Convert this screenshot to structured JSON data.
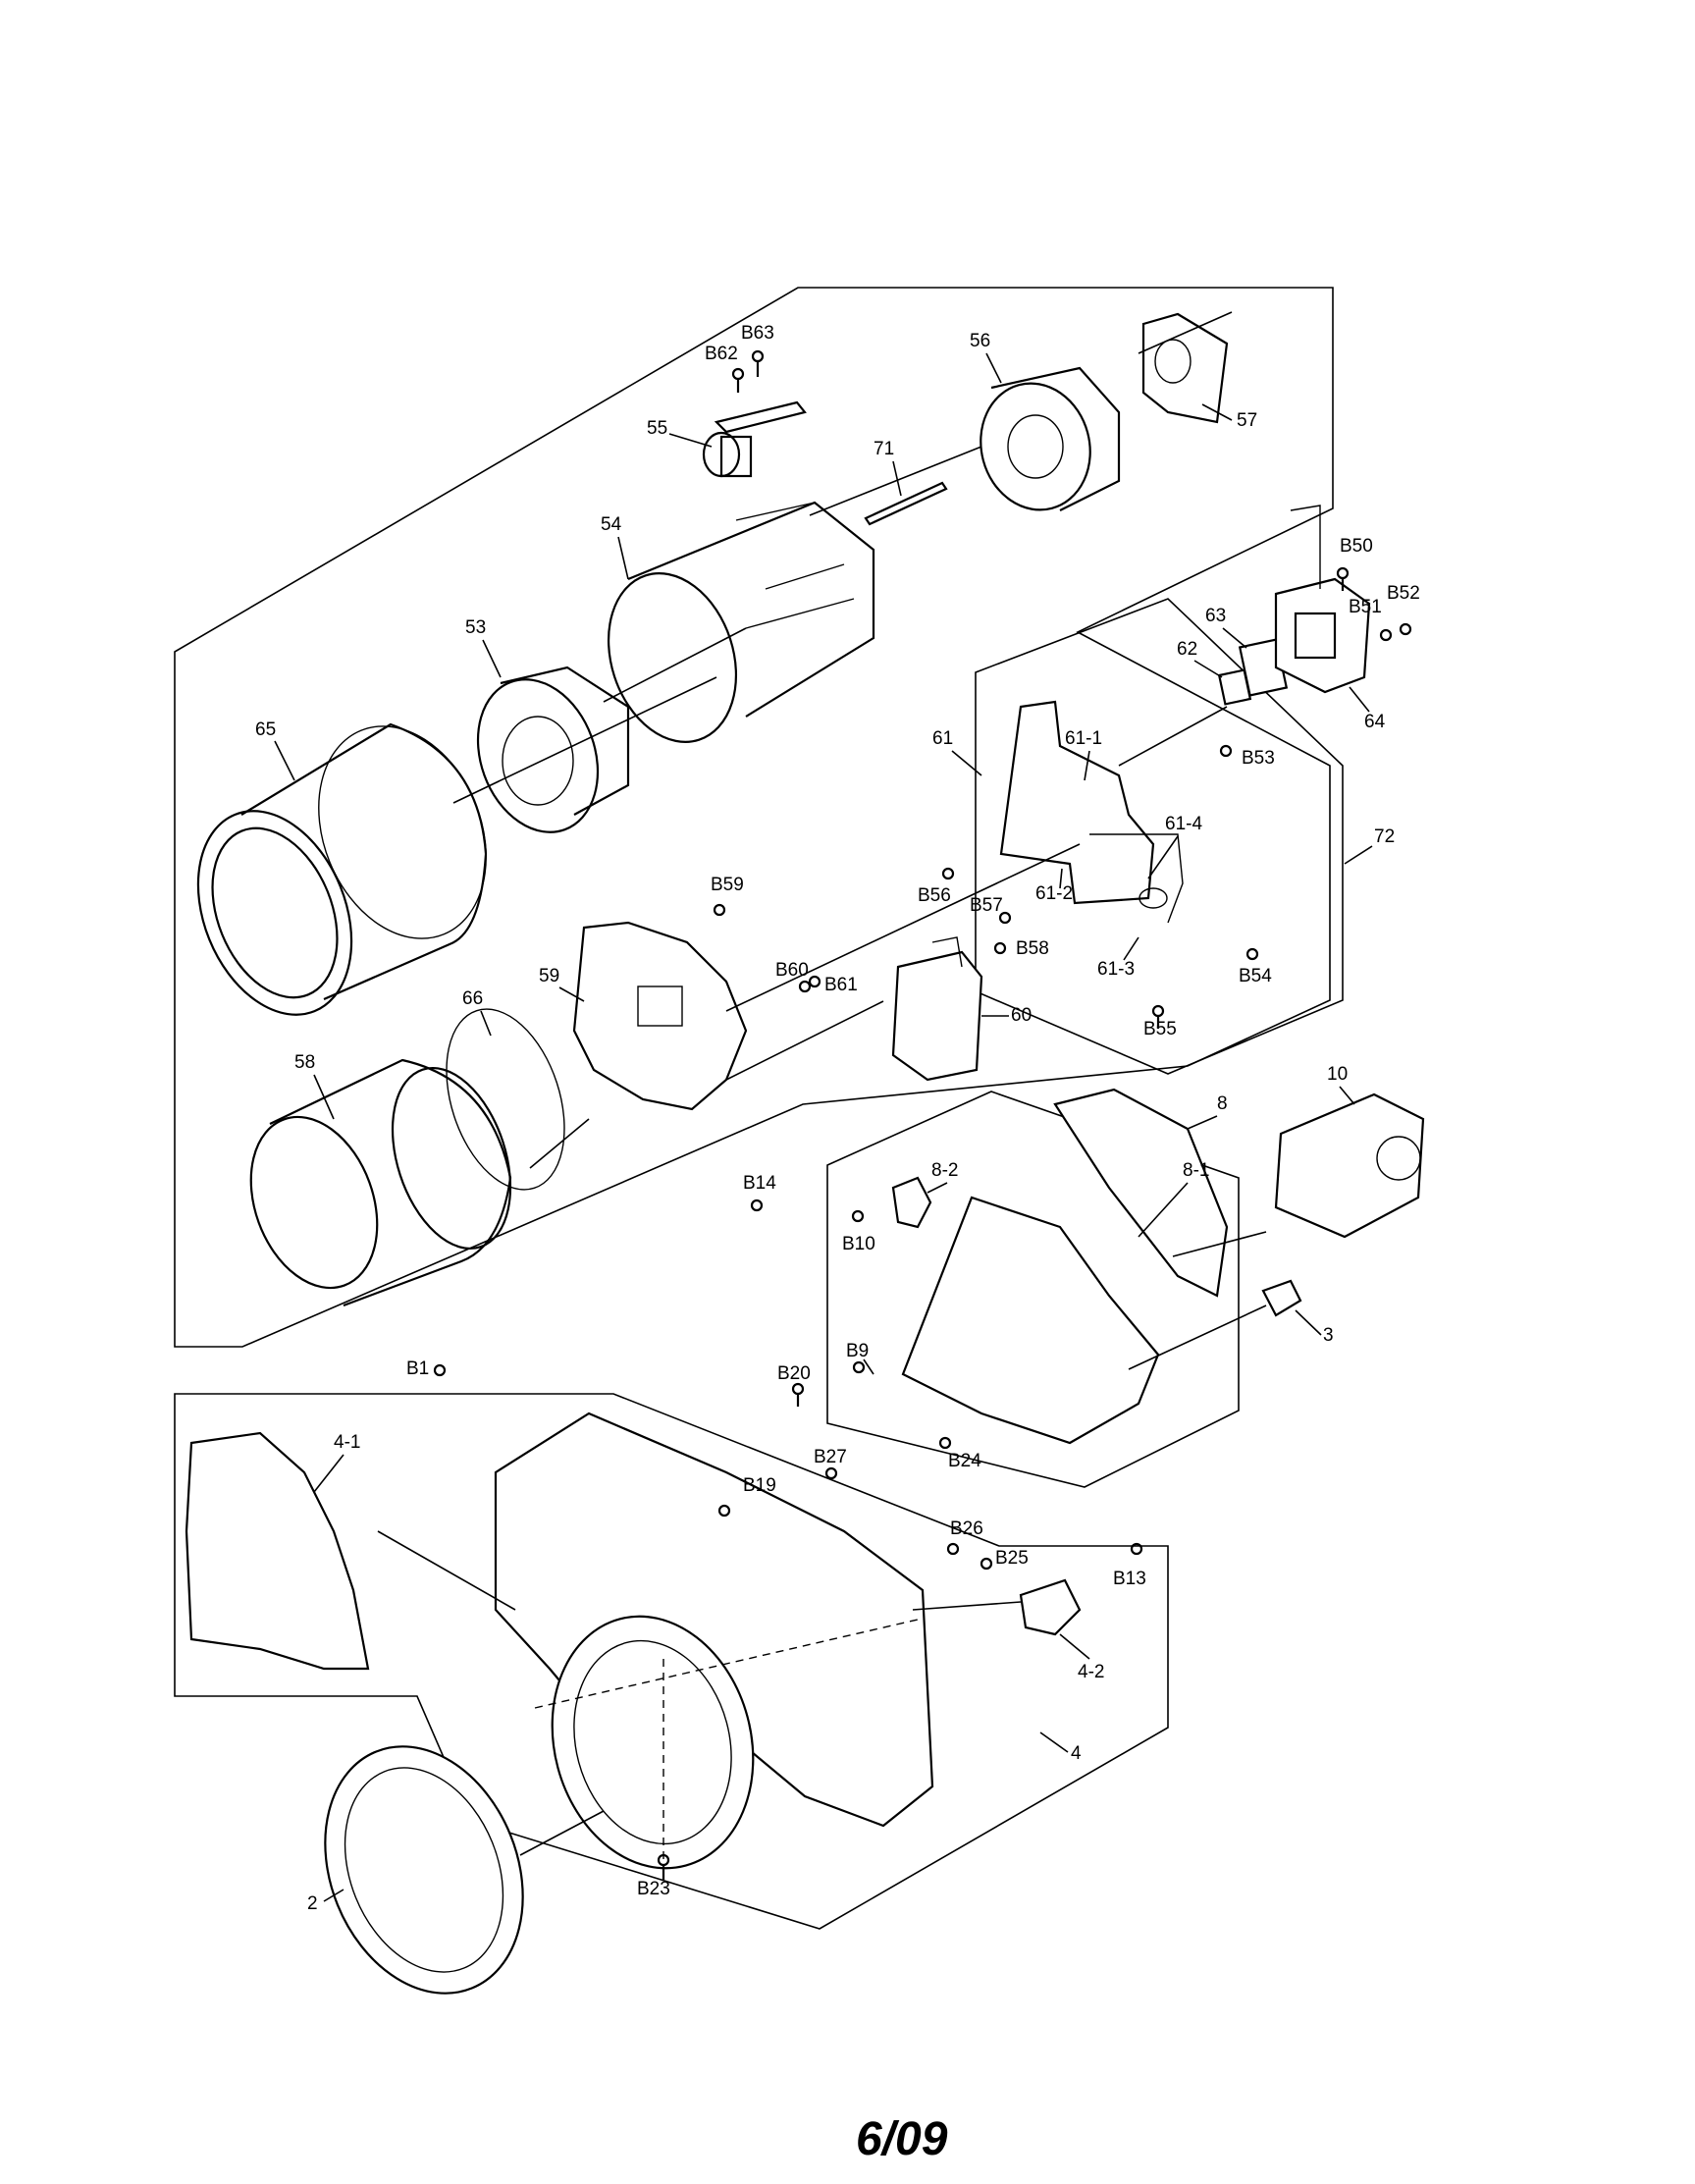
{
  "labels": {
    "l_B63": "B63",
    "l_B62": "B62",
    "l_55": "55",
    "l_71": "71",
    "l_56": "56",
    "l_57": "57",
    "l_54": "54",
    "l_53": "53",
    "l_65": "65",
    "l_B50": "B50",
    "l_B51": "B51",
    "l_B52": "B52",
    "l_63": "63",
    "l_62": "62",
    "l_64": "64",
    "l_61": "61",
    "l_61_1": "61-1",
    "l_B53": "B53",
    "l_72": "72",
    "l_61_4": "61-4",
    "l_B56": "B56",
    "l_61_2": "61-2",
    "l_B59": "B59",
    "l_B57": "B57",
    "l_B58": "B58",
    "l_61_3": "61-3",
    "l_B54": "B54",
    "l_66": "66",
    "l_59": "59",
    "l_B60": "B60",
    "l_B61": "B61",
    "l_60": "60",
    "l_B55": "B55",
    "l_58": "58",
    "l_10": "10",
    "l_8": "8",
    "l_8_2": "8-2",
    "l_8_1": "8-1",
    "l_B14": "B14",
    "l_B10": "B10",
    "l_3": "3",
    "l_B9": "B9",
    "l_B20": "B20",
    "l_B1": "B1",
    "l_B24": "B24",
    "l_4_1": "4-1",
    "l_B27": "B27",
    "l_B19": "B19",
    "l_B26": "B26",
    "l_B25": "B25",
    "l_B13": "B13",
    "l_4_2": "4-2",
    "l_4": "4",
    "l_B23": "B23",
    "l_2": "2"
  },
  "page_number": "6/09"
}
